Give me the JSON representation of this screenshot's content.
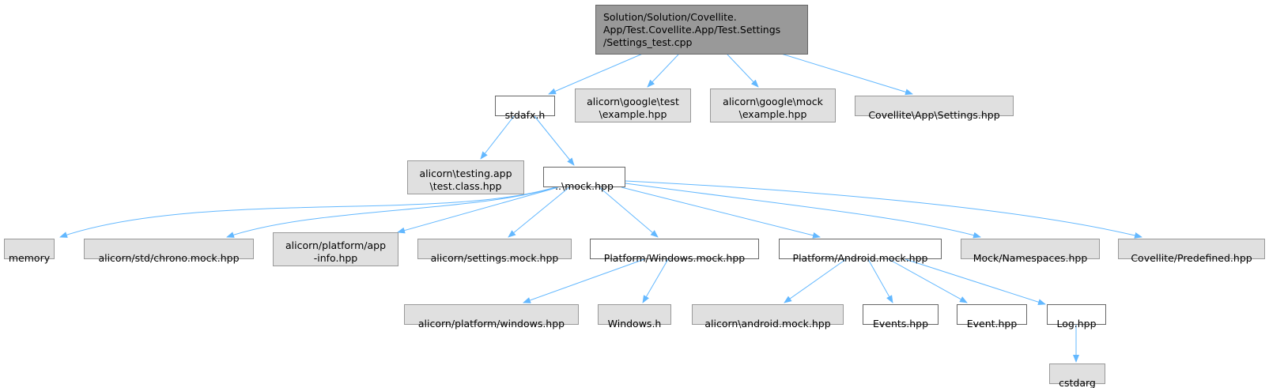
{
  "diagram": {
    "edge_color": "#63b8ff",
    "nodes": {
      "root": "Solution/Solution/Covellite.\nApp/Test.Covellite.App/Test.Settings\n/Settings_test.cpp",
      "stdafx": "stdafx.h",
      "gtest": "alicorn\\google\\test\n\\example.hpp",
      "gmock": "alicorn\\google\\mock\n\\example.hpp",
      "settings": "Covellite\\App\\Settings.hpp",
      "testclass": "alicorn\\testing.app\n\\test.class.hpp",
      "mock": "..\\mock.hpp",
      "memory": "memory",
      "chrono": "alicorn/std/chrono.mock.hpp",
      "appinfo": "alicorn/platform/app\n-info.hpp",
      "settingsmock": "alicorn/settings.mock.hpp",
      "winmock": "Platform/Windows.mock.hpp",
      "andmock": "Platform/Android.mock.hpp",
      "namespaces": "Mock/Namespaces.hpp",
      "predefined": "Covellite/Predefined.hpp",
      "winhpp": "alicorn/platform/windows.hpp",
      "windowsh": "Windows.h",
      "alicornand": "alicorn\\android.mock.hpp",
      "events": "Events.hpp",
      "event": "Event.hpp",
      "log": "Log.hpp",
      "cstdarg": "cstdarg"
    }
  }
}
